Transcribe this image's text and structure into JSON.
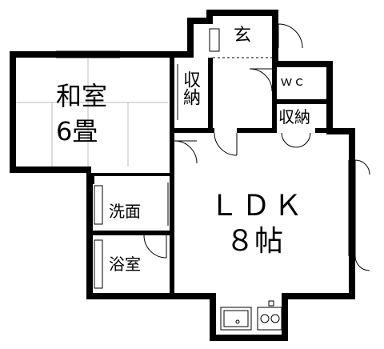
{
  "rooms": {
    "washitsu": {
      "name": "和室",
      "size": "6畳"
    },
    "storage_left": {
      "name": "収納"
    },
    "entrance": {
      "name": "玄"
    },
    "wc": {
      "name": "ｗｃ"
    },
    "storage_right": {
      "name": "収納"
    },
    "washroom": {
      "name": "洗面"
    },
    "bathroom": {
      "name": "浴室"
    },
    "ldk": {
      "name": "ＬＤＫ",
      "size": "８帖"
    }
  }
}
